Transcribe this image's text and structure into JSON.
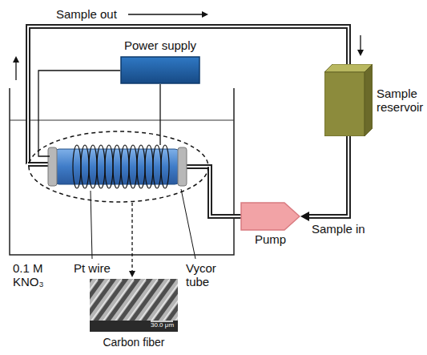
{
  "diagram": {
    "nodes": [
      {
        "text": [
          "Power supply"
        ]
      },
      {
        "text": [
          "Sample reservoir"
        ]
      },
      {
        "text": [
          "Pump"
        ]
      },
      {
        "text": [
          "Carbon fiber"
        ]
      }
    ],
    "edges": [
      {
        "from": 1,
        "to": 2,
        "arrow": "to",
        "label": "Sample in"
      }
    ],
    "labels": [
      "Sample out",
      "Pt wire",
      "Vycor tube",
      "0.1 M KNO₃",
      "30.0 μm"
    ]
  }
}
